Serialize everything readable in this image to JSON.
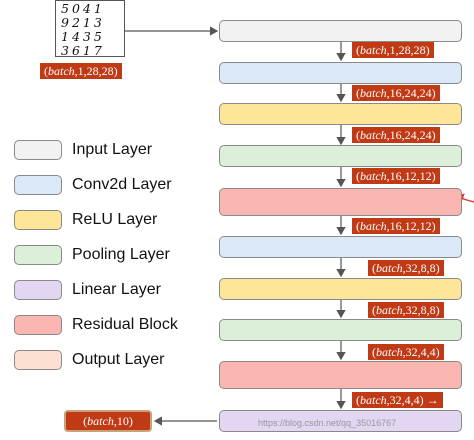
{
  "digits_rows": [
    "5041",
    "9213",
    "1435",
    "3617"
  ],
  "shape_labels": [
    {
      "var": "batch",
      "dims": ",1,28,28"
    },
    {
      "var": "batch",
      "dims": ",1,28,28"
    },
    {
      "var": "batch",
      "dims": ",16,24,24"
    },
    {
      "var": "batch",
      "dims": ",16,24,24"
    },
    {
      "var": "batch",
      "dims": ",16,12,12"
    },
    {
      "var": "batch",
      "dims": ",16,12,12"
    },
    {
      "var": "batch",
      "dims": ",32,8,8"
    },
    {
      "var": "batch",
      "dims": ",32,8,8"
    },
    {
      "var": "batch",
      "dims": ",32,4,4"
    },
    {
      "var": "batch",
      "dims": ",32,4,4)"
    },
    {
      "var": "batch",
      "dims": ",10"
    }
  ],
  "legend": [
    {
      "label": "Input Layer",
      "color": "#f2f2f2"
    },
    {
      "label": "Conv2d Layer",
      "color": "#dae8f7"
    },
    {
      "label": "ReLU Layer",
      "color": "#fde599"
    },
    {
      "label": "Pooling Layer",
      "color": "#dcefd9"
    },
    {
      "label": "Linear Layer",
      "color": "#e3d6f2"
    },
    {
      "label": "Residual Block",
      "color": "#fbb6b1"
    },
    {
      "label": "Output Layer",
      "color": "#fce1d3"
    }
  ],
  "layers": [
    "Input",
    "Conv2d",
    "ReLU",
    "Pooling",
    "Residual",
    "Conv2d",
    "ReLU",
    "Pooling",
    "Residual",
    "Linear"
  ],
  "colors": {
    "label_bg": "#c13a16",
    "arrow": "#555555",
    "annotation": "#e0392b"
  },
  "watermark": "https://blog.csdn.net/qq_35016767"
}
